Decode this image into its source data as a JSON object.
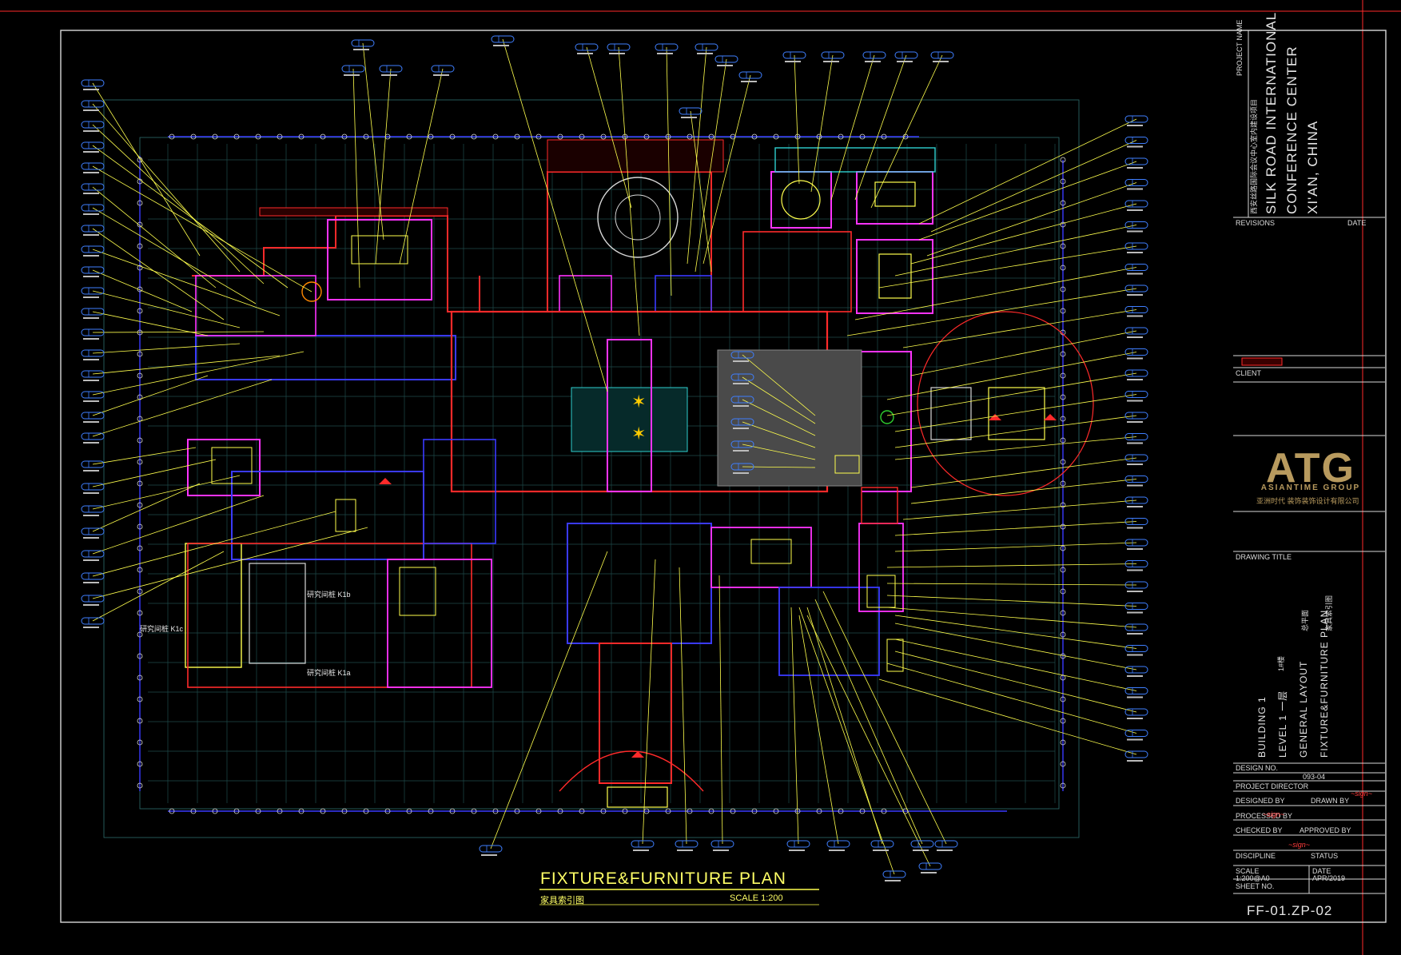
{
  "plan": {
    "title": "FIXTURE&FURNITURE PLAN",
    "subtitle": "家具索引图",
    "scale": "SCALE 1:200",
    "room_labels": [
      "研究间桩 K1b",
      "研究间桩 K1c",
      "研究间桩 K1a"
    ]
  },
  "title_block": {
    "project_name_lines": [
      "SILK ROAD INTERNATIONAL",
      "CONFERENCE CENTER",
      "XI'AN, CHINA"
    ],
    "project_name_cn": "西安丝路国际会议中心室内建设项目",
    "revisions_label": "REVISIONS",
    "date_label": "DATE",
    "client_label": "CLIENT",
    "logo": "ATG",
    "logo_sub": "ASIANTIME GROUP",
    "logo_cn": "亚洲时代 装饰装饰设计有限公司",
    "drawing_title_label": "DRAWING TITLE",
    "drawing_title_lines": [
      "BUILDING 1",
      "LEVEL 1  一层",
      "GENERAL LAYOUT",
      "FIXTURE&FURNITURE PLAN"
    ],
    "drawing_title_cn": [
      "1#楼",
      "总平面",
      "家具索引图"
    ],
    "design_no_label": "DESIGN NO.",
    "design_no": "093-04",
    "project_director_label": "PROJECT DIRECTOR",
    "designed_by_label": "DESIGNED BY",
    "drawn_by_label": "DRAWN BY",
    "processed_by_label": "PROCESSED BY",
    "checked_by_label": "CHECKED BY",
    "approved_by_label": "APPROVED BY",
    "discipline_label": "DISCIPLINE",
    "status_label": "STATUS",
    "scale_label": "SCALE",
    "scale_value": "1:200@A0",
    "date_value": "APR/2019",
    "sheet_no_label": "SHEET NO.",
    "drawing_number": "FF-01.ZP-02"
  },
  "colors": {
    "background": "#000000",
    "frame": "#d8d8d8",
    "wall_red": "#ff2a2a",
    "wall_blue": "#3a3aff",
    "wall_magenta": "#ff33ff",
    "grid_cyan": "#2f6f6f",
    "leader_yellow": "#ffff4d",
    "tag_blue": "#3f7fff",
    "logo_gold": "#b89a5e",
    "lobby_grey": "#4a4a4a"
  }
}
